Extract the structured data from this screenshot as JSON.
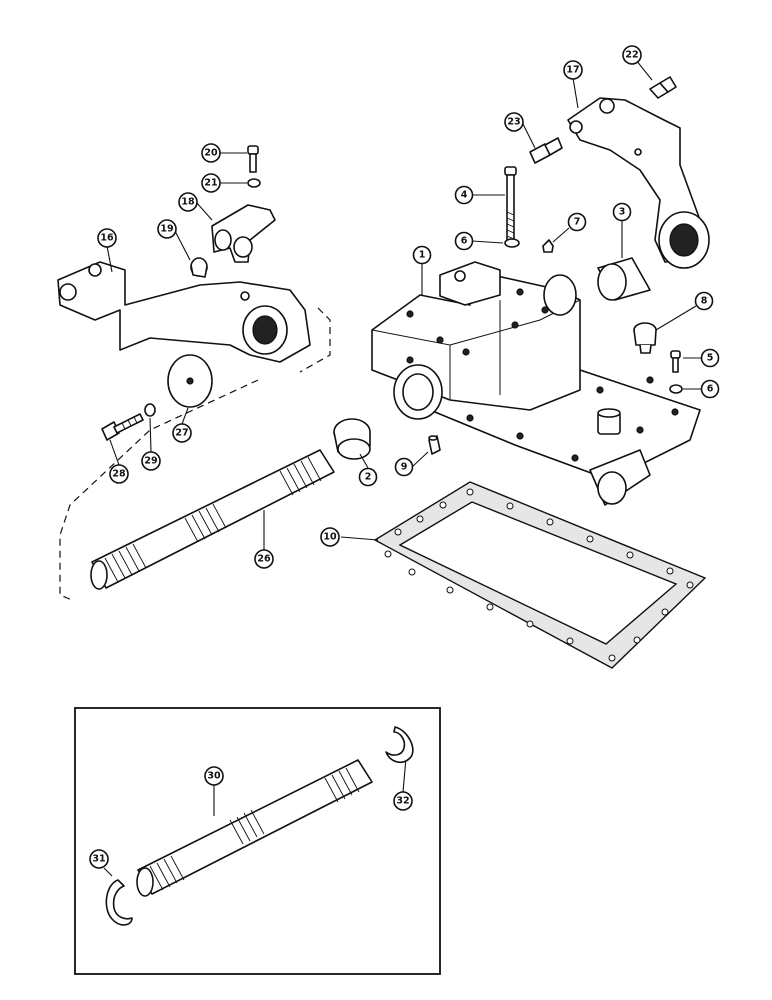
{
  "diagram": {
    "callouts": [
      {
        "id": "1",
        "label": "1"
      },
      {
        "id": "2",
        "label": "2"
      },
      {
        "id": "3",
        "label": "3"
      },
      {
        "id": "4",
        "label": "4"
      },
      {
        "id": "5",
        "label": "5"
      },
      {
        "id": "6a",
        "label": "6"
      },
      {
        "id": "6b",
        "label": "6"
      },
      {
        "id": "7",
        "label": "7"
      },
      {
        "id": "8",
        "label": "8"
      },
      {
        "id": "9",
        "label": "9"
      },
      {
        "id": "10",
        "label": "10"
      },
      {
        "id": "16",
        "label": "16"
      },
      {
        "id": "17",
        "label": "17"
      },
      {
        "id": "18",
        "label": "18"
      },
      {
        "id": "19",
        "label": "19"
      },
      {
        "id": "20",
        "label": "20"
      },
      {
        "id": "21",
        "label": "21"
      },
      {
        "id": "22",
        "label": "22"
      },
      {
        "id": "23",
        "label": "23"
      },
      {
        "id": "26",
        "label": "26"
      },
      {
        "id": "27",
        "label": "27"
      },
      {
        "id": "28",
        "label": "28"
      },
      {
        "id": "29",
        "label": "29"
      },
      {
        "id": "30",
        "label": "30"
      },
      {
        "id": "31",
        "label": "31"
      },
      {
        "id": "32",
        "label": "32"
      }
    ]
  }
}
